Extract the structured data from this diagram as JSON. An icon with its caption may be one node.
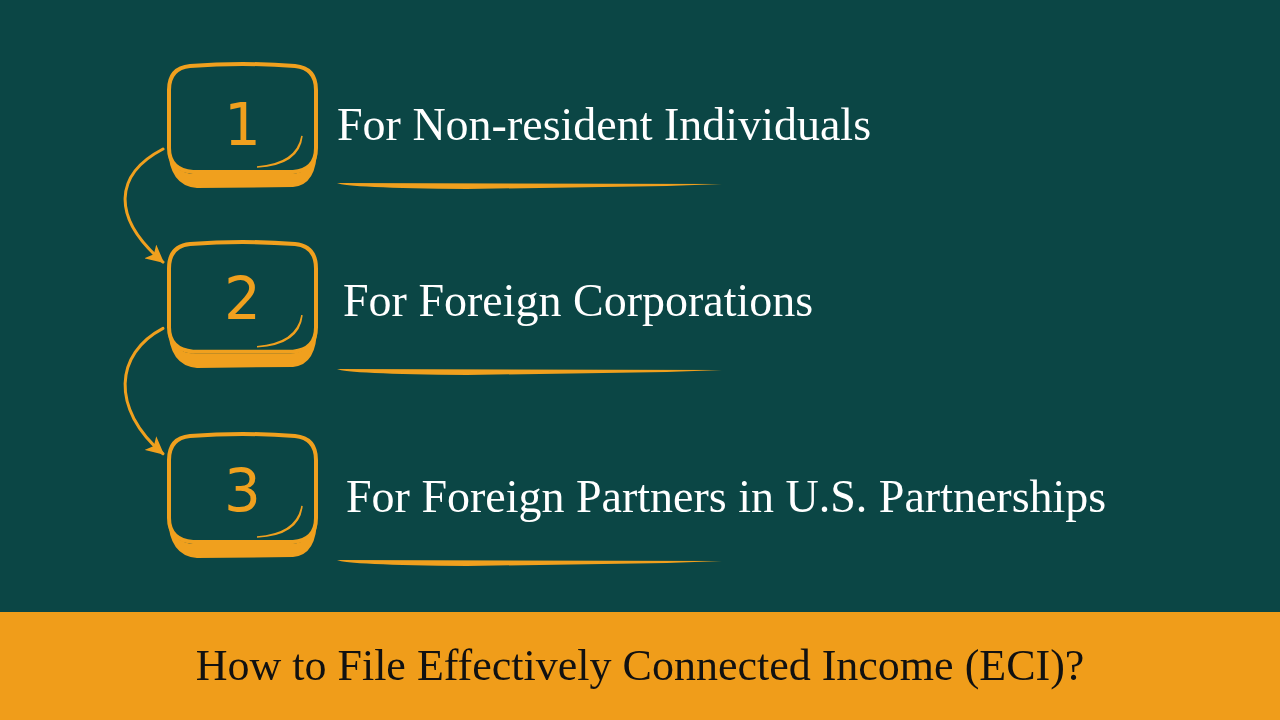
{
  "diagram": {
    "title": "How to File Effectively Connected Income (ECI)?",
    "nodes": [
      {
        "text": [
          "1"
        ],
        "beside": [
          "For Non-resident Individuals"
        ]
      },
      {
        "text": [
          "2"
        ],
        "beside": [
          "For Foreign Corporations"
        ]
      },
      {
        "text": [
          "3"
        ],
        "beside": [
          "For Foreign Partners in U.S. Partnerships"
        ]
      }
    ],
    "edges": [
      {
        "from": 0,
        "to": 1,
        "arrow": "to"
      },
      {
        "from": 1,
        "to": 2,
        "arrow": "to"
      }
    ]
  }
}
